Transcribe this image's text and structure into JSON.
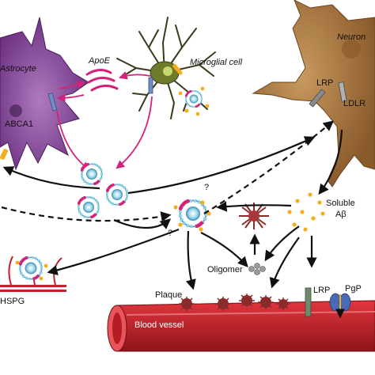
{
  "labels": {
    "astrocyte": "Astrocyte",
    "apoe": "ApoE",
    "microglial_cell": "Microglial cell",
    "neuron": "Neuron",
    "lrp_neuron": "LRP",
    "ldlr": "LDLR",
    "abca1": "ABCA1",
    "soluble_1": "Soluble",
    "soluble_2": "Aβ",
    "oligomer": "Oligomer",
    "plaque": "Plaque",
    "lrp_vessel": "LRP",
    "pgp": "PgP",
    "blood_vessel": "Blood vessel",
    "hspg": "HSPG",
    "question_1": "?",
    "question_2": "?"
  },
  "colors": {
    "astrocyte": "#7b3f8c",
    "microglia": "#7a7a2e",
    "neuron": "#a0703a",
    "vessel": "#c0232a",
    "apoe_arrow": "#d4237a",
    "lipoprotein_core": "#3b8bb5",
    "lipid_ring": "#8fd3e8",
    "amyloid": "#f2b01e",
    "plaque": "#8a2a2a"
  }
}
